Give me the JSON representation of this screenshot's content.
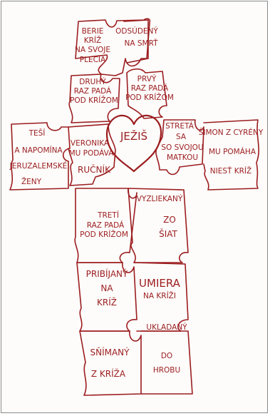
{
  "stations": {
    "s1": [
      "BERIE",
      "KRÍŽ",
      "NA SVOJE",
      "PLECIA"
    ],
    "s2": [
      "ODSÚDENÝ",
      "NA SMRŤ"
    ],
    "s3": [
      "DRUHÝ",
      "RAZ PADÁ",
      "POD KRÍŽOM"
    ],
    "s4": [
      "PRVÝ",
      "RAZ PADÁ",
      "POD KRÍŽOM"
    ],
    "center": "JEŽIŠ",
    "s5": [
      "TEŠÍ",
      "A NAPOMÍNA",
      "JERUZALEMSKÉ",
      "ŽENY"
    ],
    "s6": [
      "VERONIKA",
      "MU PODÁVA",
      "RUČNÍK"
    ],
    "s7": [
      "STRETÁ",
      "SA",
      "SO SVOJOU",
      "MATKOU"
    ],
    "s8": [
      "ŠIMON Z CYRÉNY",
      "MU POMÁHA",
      "NIESŤ KRÍŽ"
    ],
    "s9": [
      "TRETÍ",
      "RAZ PADÁ",
      "POD KRÍŽOM"
    ],
    "s10": [
      "VYZLIEKANÝ",
      "ZO",
      "ŠIAT"
    ],
    "s11": [
      "PRIBÍJANÝ",
      "NA",
      "KRÍŽ"
    ],
    "s12": [
      "UMIERA",
      "NA KRÍŽI"
    ],
    "s13": [
      "SŇÍMANÝ",
      "Z KRÍŽA"
    ],
    "s14": [
      "UKLADANÝ",
      "DO",
      "HROBU"
    ]
  }
}
